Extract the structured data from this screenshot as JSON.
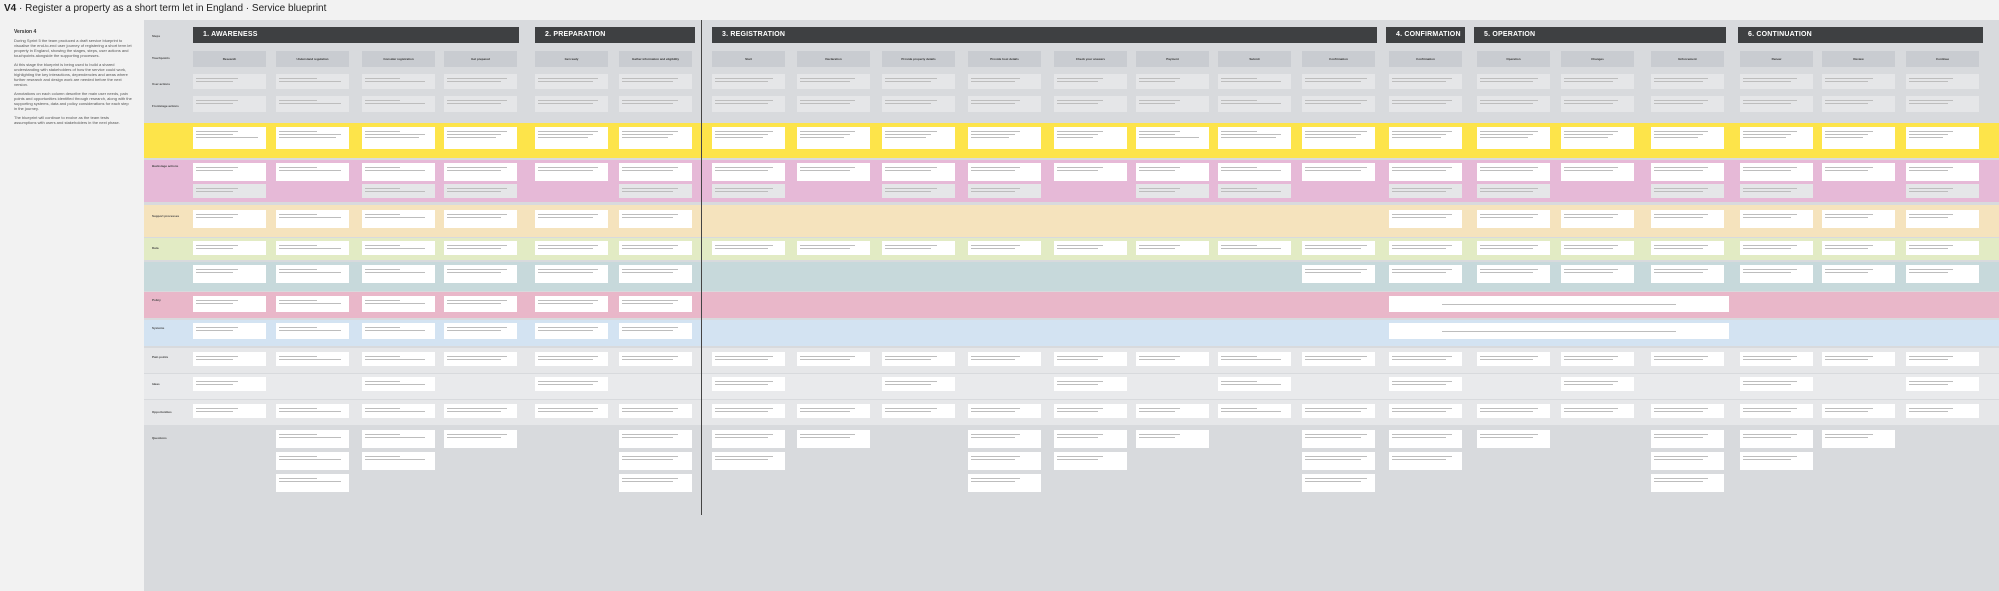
{
  "title": {
    "prefix": "V4",
    "text": " · Register a property as a short term let in England · Service blueprint"
  },
  "intro": {
    "heading": "Version 4",
    "paragraphs": [
      "During Sprint 5 the team produced a draft service blueprint to visualise the end-to-end user journey of registering a short term let property in England, showing the stages, steps, user actions and touchpoints alongside the supporting processes.",
      "At this stage the blueprint is being used to build a shared understanding with stakeholders of how the service could work, highlighting the key interactions, dependencies and areas where further research and design work are needed before the next version.",
      "Annotations on each column describe the main user needs, pain points and opportunities identified through research, along with the supporting systems, data and policy considerations for each step in the journey.",
      "The blueprint will continue to evolve as the team tests assumptions with users and stakeholders in the next phase."
    ]
  },
  "colors": {
    "stage_bar": "#3e4042",
    "user_actions": "#fde44a",
    "frontstage": "#e6b9d7",
    "orange": "#f5e3bd",
    "green": "#e2ebc4",
    "teal": "#c7d9db",
    "rose": "#e9b7c9",
    "blue": "#d3e3f2"
  },
  "stages": [
    {
      "label": "1. AWARENESS"
    },
    {
      "label": "2. PREPARATION"
    },
    {
      "label": "3. REGISTRATION"
    },
    {
      "label": "4. CONFIRMATION"
    },
    {
      "label": "5. OPERATION"
    },
    {
      "label": "6. CONTINUATION"
    }
  ],
  "steps": [
    "Research",
    "Understand regulation",
    "Consider registration",
    "Get prepared",
    "Get ready",
    "Gather information and eligibility",
    "Start",
    "Declaration",
    "Provide property details",
    "Provide host details",
    "Check your answers",
    "Payment",
    "Submit",
    "Confirmation",
    "Confirmation",
    "Operation",
    "Changes",
    "Enforcement",
    "Renew",
    "Review",
    "Continue"
  ],
  "row_labels": [
    "Steps",
    "Touchpoints",
    "User actions",
    "Frontstage actions",
    "Backstage actions",
    "Support processes",
    "Data",
    "Policy",
    "Systems",
    "Pain points",
    "Ideas",
    "Opportunities",
    "Questions"
  ]
}
